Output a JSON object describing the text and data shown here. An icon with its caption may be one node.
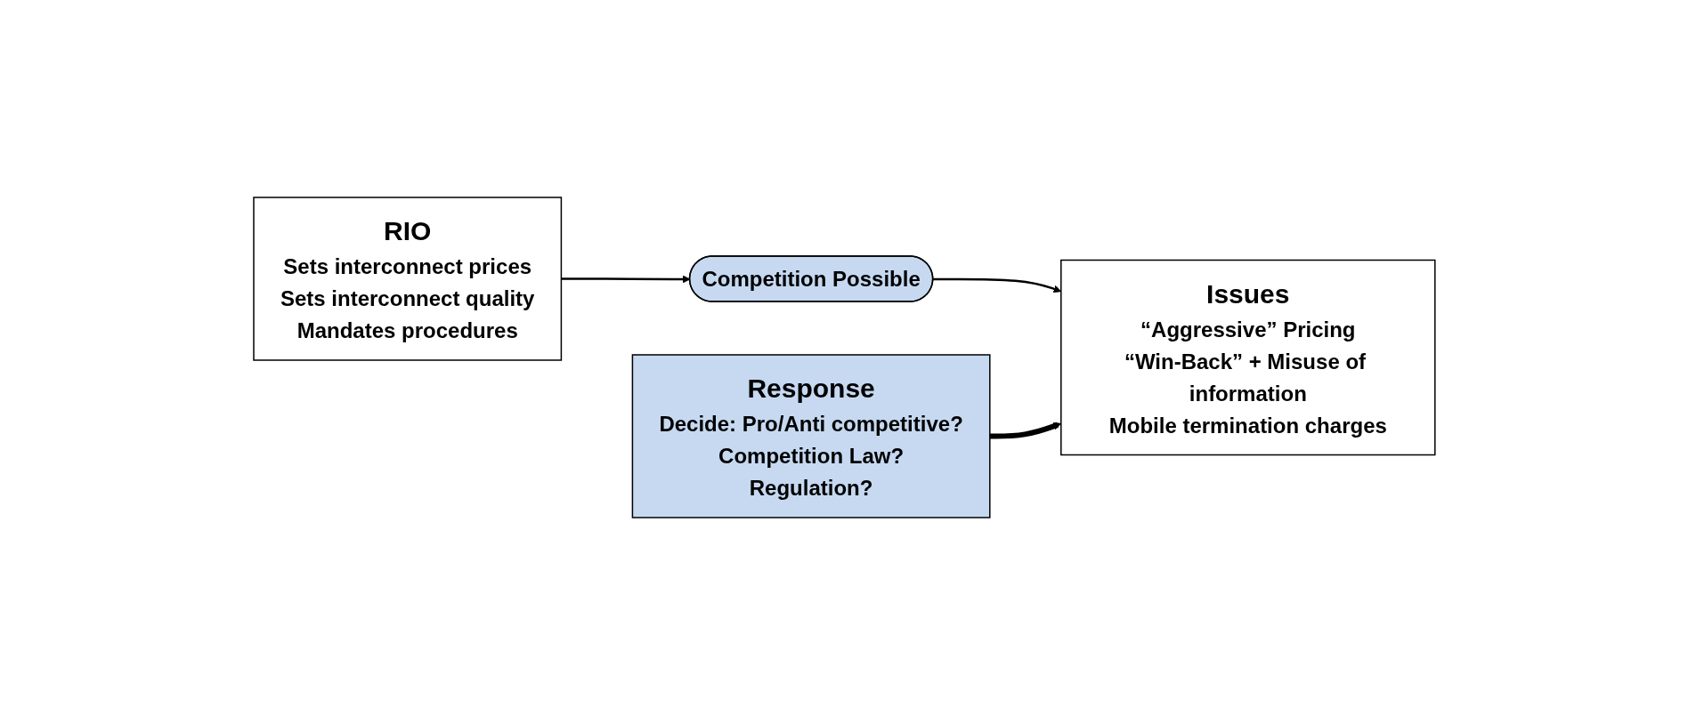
{
  "diagram": {
    "nodes": [
      {
        "text": [
          "RIO",
          "Sets interconnect prices",
          "Sets interconnect quality",
          "Mandates procedures"
        ]
      },
      {
        "text": [
          "Competition Possible"
        ]
      },
      {
        "text": [
          "Issues",
          "“Aggressive” Pricing",
          "“Win-Back” + Misuse of information",
          "Mobile termination charges"
        ]
      },
      {
        "text": [
          "Response",
          "Decide: Pro/Anti competitive?",
          "Competition Law?",
          "Regulation?"
        ]
      }
    ],
    "edges": [
      {
        "from": 0,
        "to": 1,
        "arrow": "to"
      },
      {
        "from": 1,
        "to": 2,
        "arrow": "to"
      },
      {
        "from": 3,
        "to": 2,
        "arrow": "to",
        "style": "thick"
      }
    ]
  }
}
